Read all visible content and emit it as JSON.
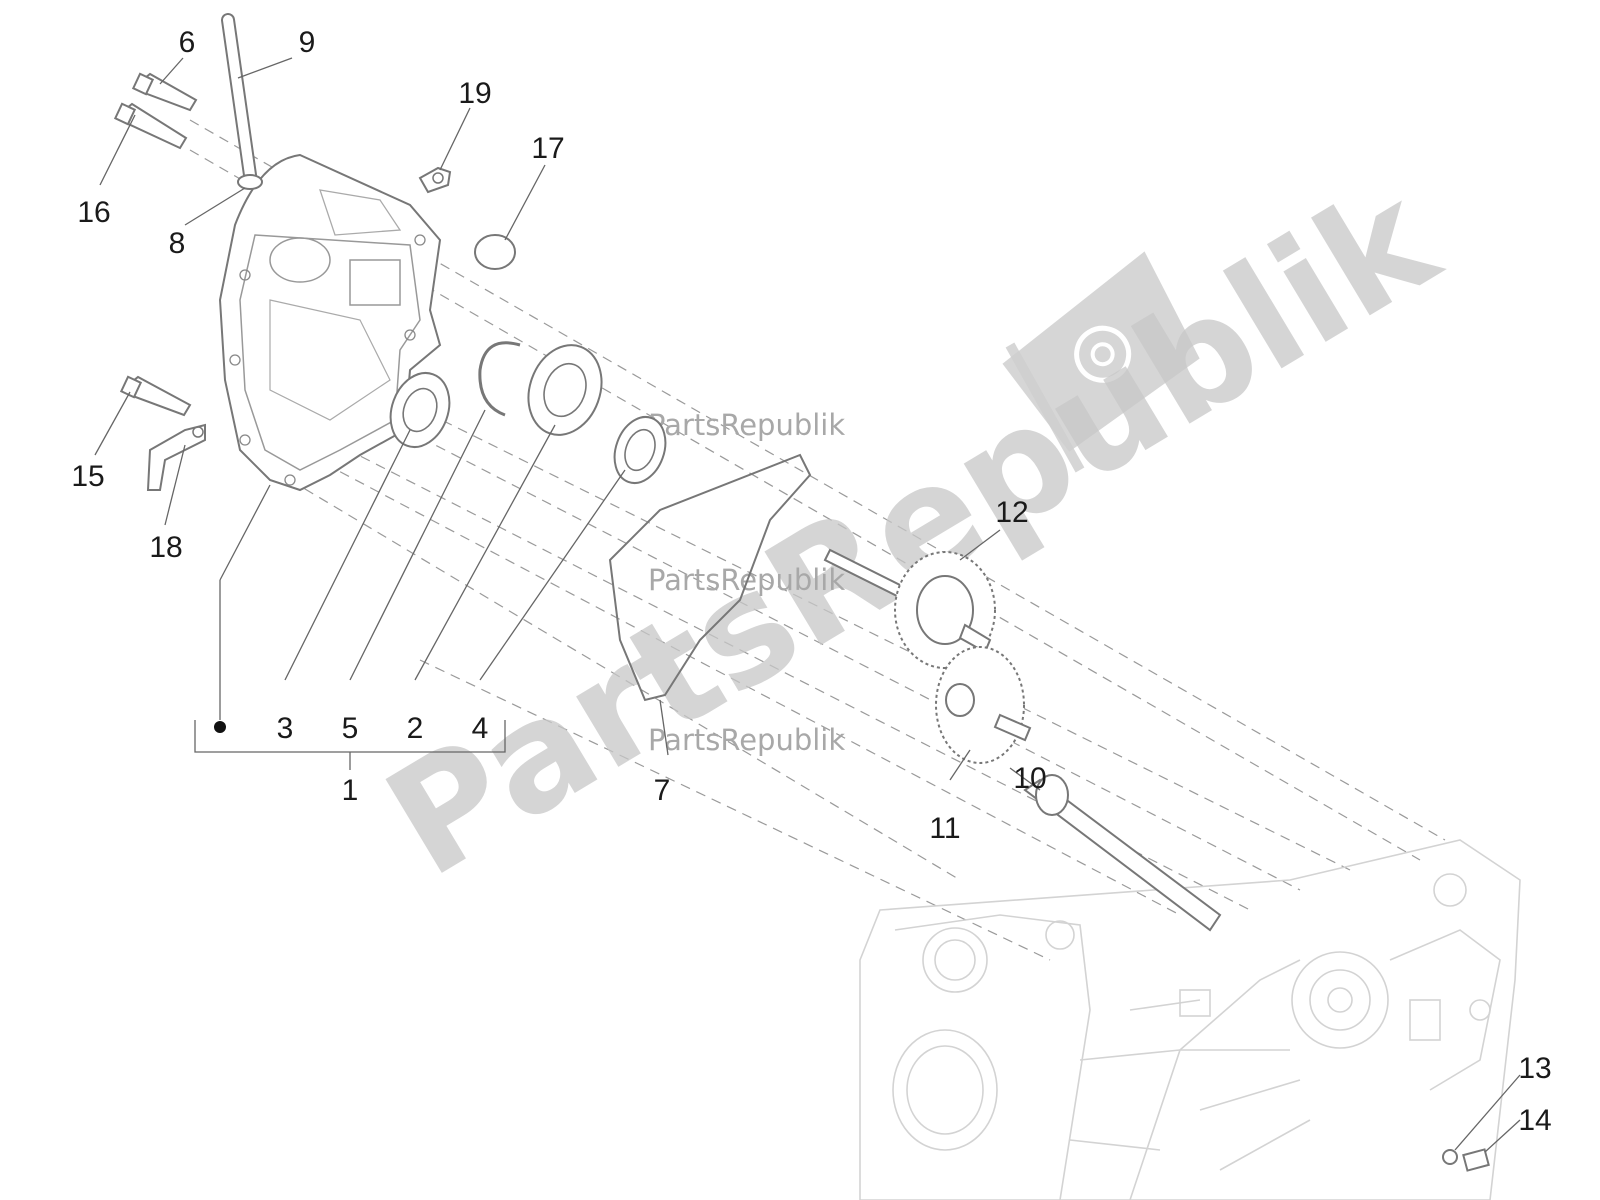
{
  "diagram": {
    "watermark": {
      "big_text": "PartsRepublik",
      "small_text": "PartsRepublik",
      "logo_icon": "gear-flag-icon"
    },
    "callouts": [
      {
        "id": "c6",
        "text": "6"
      },
      {
        "id": "c9",
        "text": "9"
      },
      {
        "id": "c19",
        "text": "19"
      },
      {
        "id": "c17",
        "text": "17"
      },
      {
        "id": "c16",
        "text": "16"
      },
      {
        "id": "c8",
        "text": "8"
      },
      {
        "id": "c15",
        "text": "15"
      },
      {
        "id": "c18",
        "text": "18"
      },
      {
        "id": "c12",
        "text": "12"
      },
      {
        "id": "c3",
        "text": "3"
      },
      {
        "id": "c5",
        "text": "5"
      },
      {
        "id": "c2",
        "text": "2"
      },
      {
        "id": "c4",
        "text": "4"
      },
      {
        "id": "c1",
        "text": "1"
      },
      {
        "id": "c7",
        "text": "7"
      },
      {
        "id": "c10",
        "text": "10"
      },
      {
        "id": "c11",
        "text": "11"
      },
      {
        "id": "c13",
        "text": "13"
      },
      {
        "id": "c14",
        "text": "14"
      }
    ]
  }
}
